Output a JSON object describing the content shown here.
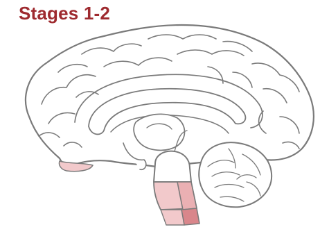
{
  "title": "Stages 1-2",
  "colors": {
    "title": "#9e2a2f",
    "outline": "#7a7a7a",
    "fill": "#ffffff",
    "highlight_light": "#f2c9cb",
    "highlight_mid": "#eab0b3",
    "highlight_dark": "#d9868b"
  },
  "figure": {
    "subject": "brain-sagittal-section",
    "highlighted_regions": [
      "brainstem",
      "orbitofrontal-base"
    ]
  }
}
